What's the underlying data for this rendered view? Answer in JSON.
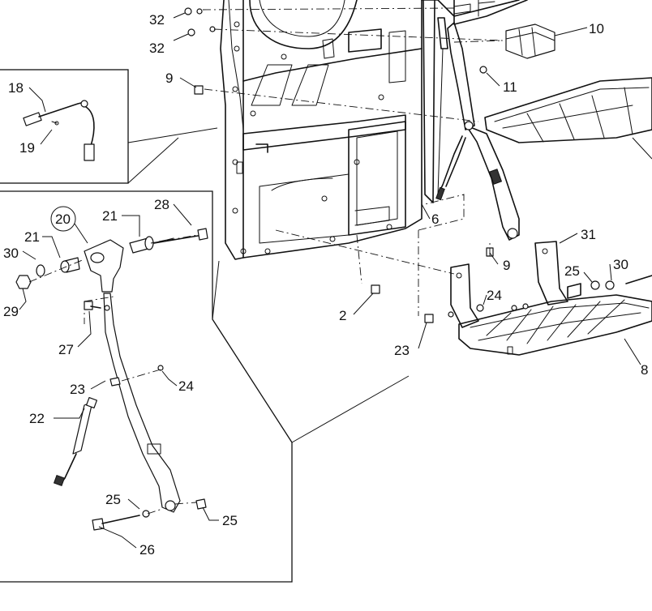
{
  "callouts": [
    {
      "text": "32"
    },
    {
      "text": "32"
    },
    {
      "text": "9"
    },
    {
      "text": "10"
    },
    {
      "text": "11"
    },
    {
      "text": "18"
    },
    {
      "text": "19"
    },
    {
      "text": "20"
    },
    {
      "text": "21"
    },
    {
      "text": "28"
    },
    {
      "text": "21"
    },
    {
      "text": "30"
    },
    {
      "text": "29"
    },
    {
      "text": "27"
    },
    {
      "text": "23"
    },
    {
      "text": "24"
    },
    {
      "text": "22"
    },
    {
      "text": "25"
    },
    {
      "text": "25"
    },
    {
      "text": "26"
    },
    {
      "text": "6"
    },
    {
      "text": "31"
    },
    {
      "text": "9"
    },
    {
      "text": "25"
    },
    {
      "text": "30"
    },
    {
      "text": "24"
    },
    {
      "text": "2"
    },
    {
      "text": "23"
    },
    {
      "text": "8"
    }
  ]
}
